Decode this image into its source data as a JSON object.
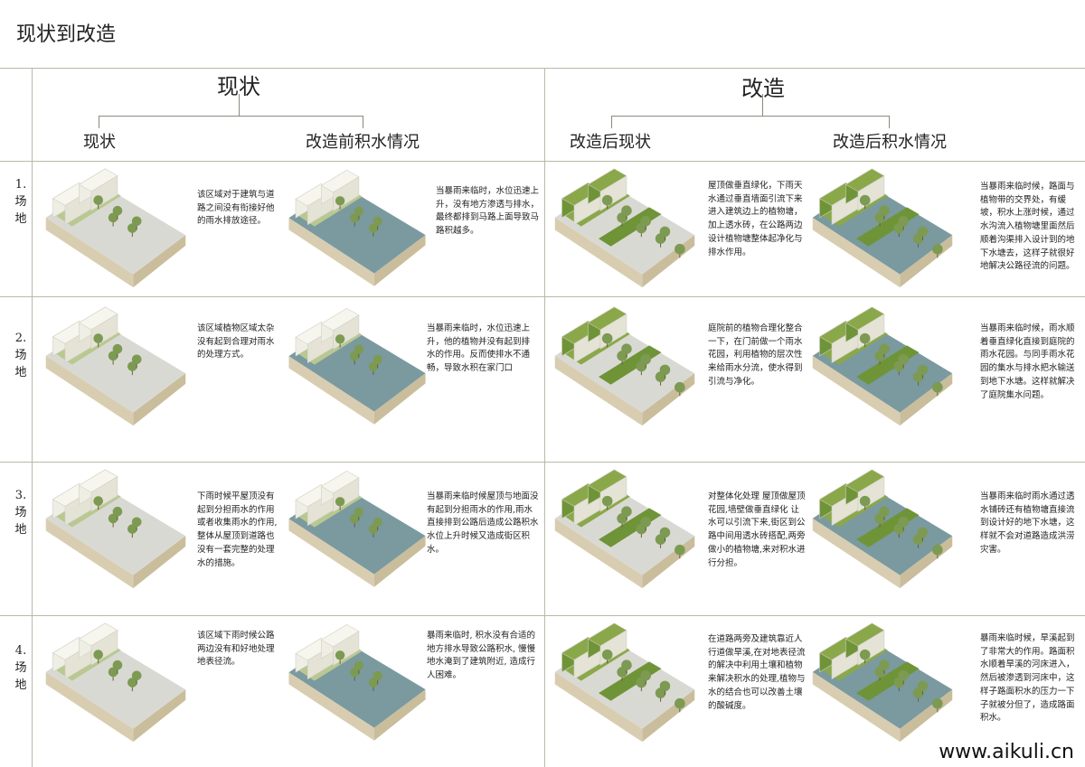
{
  "title": "现状到改造",
  "headers": {
    "left": "现状",
    "right": "改造",
    "col1": "现状",
    "col2": "改造前积水情况",
    "col3": "改造后现状",
    "col4": "改造后积水情况"
  },
  "rows": [
    {
      "label": [
        "1.",
        "场",
        "地"
      ],
      "texts": [
        "该区域对于建筑与道路之间没有衔接好他的雨水排放途径。",
        "当暴雨来临时，水位迅速上升，没有地方渗透与排水，最终都排到马路上面导致马路积越多。",
        "屋顶做垂直绿化，下雨天水通过垂直墙面引流下来进入建筑边上的植物塘，加上透水砖，在公路两边设计植物塘整体起净化与排水作用。",
        "当暴雨来临时候，路面与植物带的交界处，有缓坡，积水上涨时候，通过水沟流入植物塘里面然后顺着沟渠排入设计到的地下水塘去，这样子就很好地解决公路径流的问题。"
      ]
    },
    {
      "label": [
        "2.",
        "场",
        "地"
      ],
      "texts": [
        "该区域植物区域太杂没有起到合理对雨水的处理方式。",
        "当暴雨来临时，水位迅速上升，他的植物并没有起到排水的作用。反而使排水不通畅，导致水积在家门口",
        "庭院前的植物合理化整合一下，在门前做一个雨水花园，利用植物的层次性来给雨水分流，使水得到引流与净化。",
        "当暴雨来临时候，雨水顺着垂直绿化直接到庭院的雨水花园。与同手雨水花园的集水与排水把水输送到地下水塘。这样就解决了庭院集水问题。"
      ]
    },
    {
      "label": [
        "3.",
        "场",
        "地"
      ],
      "texts": [
        "下雨时候平屋顶没有起到分担雨水的作用或者收集雨水的作用,整体从屋顶到道路也没有一套完整的处理水的措施。",
        "当暴雨来临时候屋顶与地面没有起到分担雨水的作用,雨水直接排到公路后造成公路积水 水位上升时候又造成街区积水。",
        "对整体化处理 屋顶做屋顶花园,墙壁做垂直绿化 让水可以引流下来,街区到公路中间用透水砖搭配,两旁做小的植物塘,来对积水进行分担。",
        "当暴雨来临时雨水通过透水铺砖还有植物塘直接流到设计好的地下水塘，这样就不会对道路造成洪涝灾害。"
      ]
    },
    {
      "label": [
        "4.",
        "场",
        "地"
      ],
      "texts": [
        "该区域下雨时候公路两边没有和好地处理地表径流。",
        "暴雨来临时, 积水没有合适的地方排水导致公路积水, 慢慢地水淹到了建筑附近, 造成行人困难。",
        "在道路两旁及建筑靠近人行道做旱溪,在对地表径流的解决中利用土壤和植物来解决积水的处理,植物与水的结合也可以改善土壤的酸碱度。",
        "暴雨来临时候，旱溪起到了非常大的作用。路面积水顺着旱溪的河床进入，然后被渗透到河床中，这样子路面积水的压力一下子就被分但了，造成路面积水。"
      ]
    }
  ],
  "watermark": "www.aikuli.cn",
  "colors": {
    "grass": "#8aa84a",
    "grass_dark": "#6f9438",
    "building": "#efeee4",
    "road": "#d9d9d4",
    "water": "#7a9aa0",
    "tree": "#7d9a52",
    "ground_side": "#d8cdb0"
  }
}
